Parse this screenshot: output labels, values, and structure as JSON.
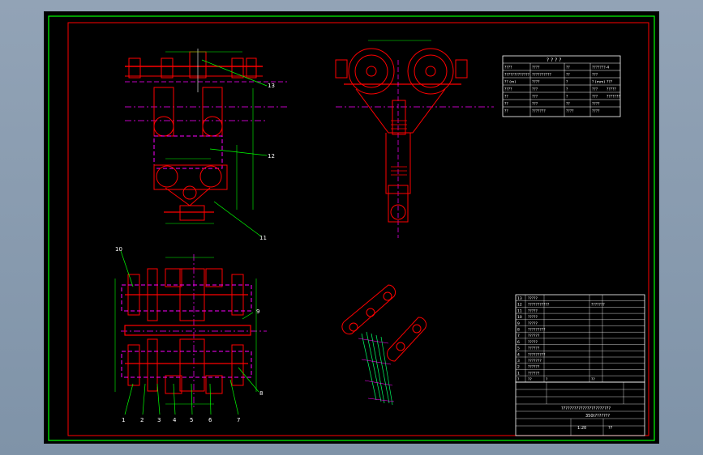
{
  "colors": {
    "background": "#000000",
    "outer_border": "#00ff00",
    "inner_border": "#ff0000",
    "outline": "#ff0000",
    "hidden_lines": "#ff00ff",
    "leaders": "#00ff00",
    "table_lines": "#ffffff",
    "hatch_lines": "#00ff66"
  },
  "part_callouts": [
    "13",
    "12",
    "11",
    "10",
    "9",
    "8",
    "1",
    "2",
    "3",
    "4",
    "5",
    "6",
    "7"
  ],
  "tech_table": {
    "title": "? ? ? ?",
    "rows": [
      [
        "????",
        "????",
        "??",
        "???????-4"
      ],
      [
        "?????????????",
        "??????????",
        "??",
        "???"
      ],
      [
        "?? (m)",
        "????",
        "?",
        "? (mm)",
        "???"
      ],
      [
        "????",
        "???",
        "?",
        "???",
        "?????"
      ],
      [
        "??",
        "???",
        "?",
        "???",
        "???????"
      ],
      [
        "??",
        "???",
        "??",
        "????"
      ],
      [
        "??",
        "???????",
        "????",
        "????"
      ]
    ]
  },
  "parts_list": {
    "rows": [
      [
        "13",
        "?????",
        "",
        ""
      ],
      [
        "12",
        "???????????",
        "",
        "???????"
      ],
      [
        "11",
        "?????",
        "",
        ""
      ],
      [
        "10",
        "?????",
        "",
        ""
      ],
      [
        "9",
        "?????",
        "",
        ""
      ],
      [
        "8",
        "?????????",
        "",
        ""
      ],
      [
        "7",
        "??????",
        "",
        ""
      ],
      [
        "6",
        "?????",
        "",
        ""
      ],
      [
        "5",
        "??????",
        "",
        ""
      ],
      [
        "4",
        "?????????",
        "",
        ""
      ],
      [
        "3",
        "???????",
        "",
        ""
      ],
      [
        "2",
        "??????",
        "",
        ""
      ],
      [
        "1",
        "??????",
        "",
        ""
      ],
      [
        "?",
        "??",
        "?",
        "??"
      ]
    ]
  },
  "title_block": {
    "school": "???????????????????????",
    "drawing_name": "350t???????",
    "scale": "1:20",
    "sheet": "??"
  }
}
